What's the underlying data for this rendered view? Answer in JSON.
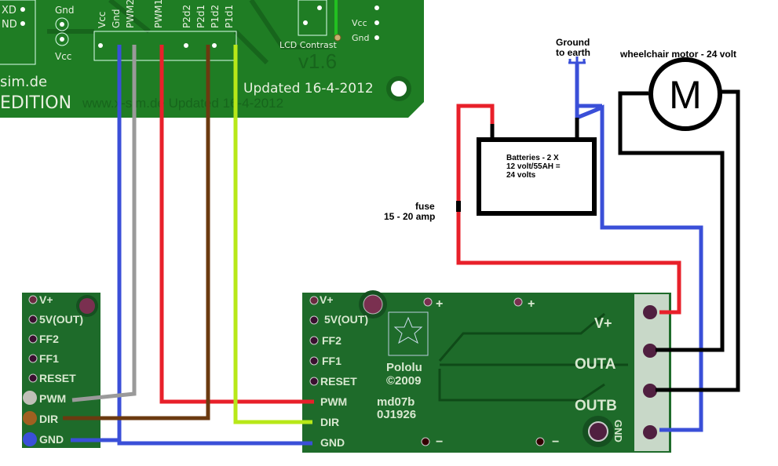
{
  "controller_board": {
    "header_pins": [
      "Vcc",
      "Gnd",
      "PWM2",
      "PWM1",
      "P2d2",
      "P2d1",
      "P1d2",
      "P1d1"
    ],
    "left_labels": [
      "XD",
      "ND"
    ],
    "gnd_label": "Gnd",
    "vcc_label": "Vcc",
    "lcd_label": "LCD Contrast",
    "right_labels": [
      "Vcc",
      "Gnd"
    ],
    "version": "v1.6",
    "brand_line1": "sim.de",
    "brand_line2": "EDITION",
    "updated": "Updated 16-4-2012",
    "mirror_text": "www.x-sim.de   Updated 16-4-2012"
  },
  "left_driver": {
    "pins": [
      "V+",
      "5V(OUT)",
      "FF2",
      "FF1",
      "RESET",
      "PWM",
      "DIR",
      "GND"
    ]
  },
  "right_driver": {
    "pins": [
      "V+",
      "5V(OUT)",
      "FF2",
      "FF1",
      "RESET",
      "PWM",
      "DIR",
      "GND"
    ],
    "brand": "Pololu",
    "copyright": "©2009",
    "model": "md07b",
    "serial": "0J1926",
    "power_labels": [
      "V+",
      "OUTA",
      "OUTB",
      "GND"
    ],
    "plus": "+",
    "minus": "−"
  },
  "annotations": {
    "ground": "Ground",
    "ground2": "to earth",
    "motor": "wheelchair motor - 24 volt",
    "motor_symbol": "M",
    "battery_line1": "Batteries - 2 X",
    "battery_line2": "12 volt/55AH =",
    "battery_line3": "24 volts",
    "fuse_line1": "fuse",
    "fuse_line2": "15 - 20 amp"
  },
  "colors": {
    "pcb": "#1f7d24",
    "driver": "#1e6b2a",
    "blue": "#3a4fd8",
    "gray": "#9a9a9a",
    "red": "#e8202a",
    "brown": "#6b3a10",
    "lime": "#b8e818",
    "black": "#000000"
  }
}
